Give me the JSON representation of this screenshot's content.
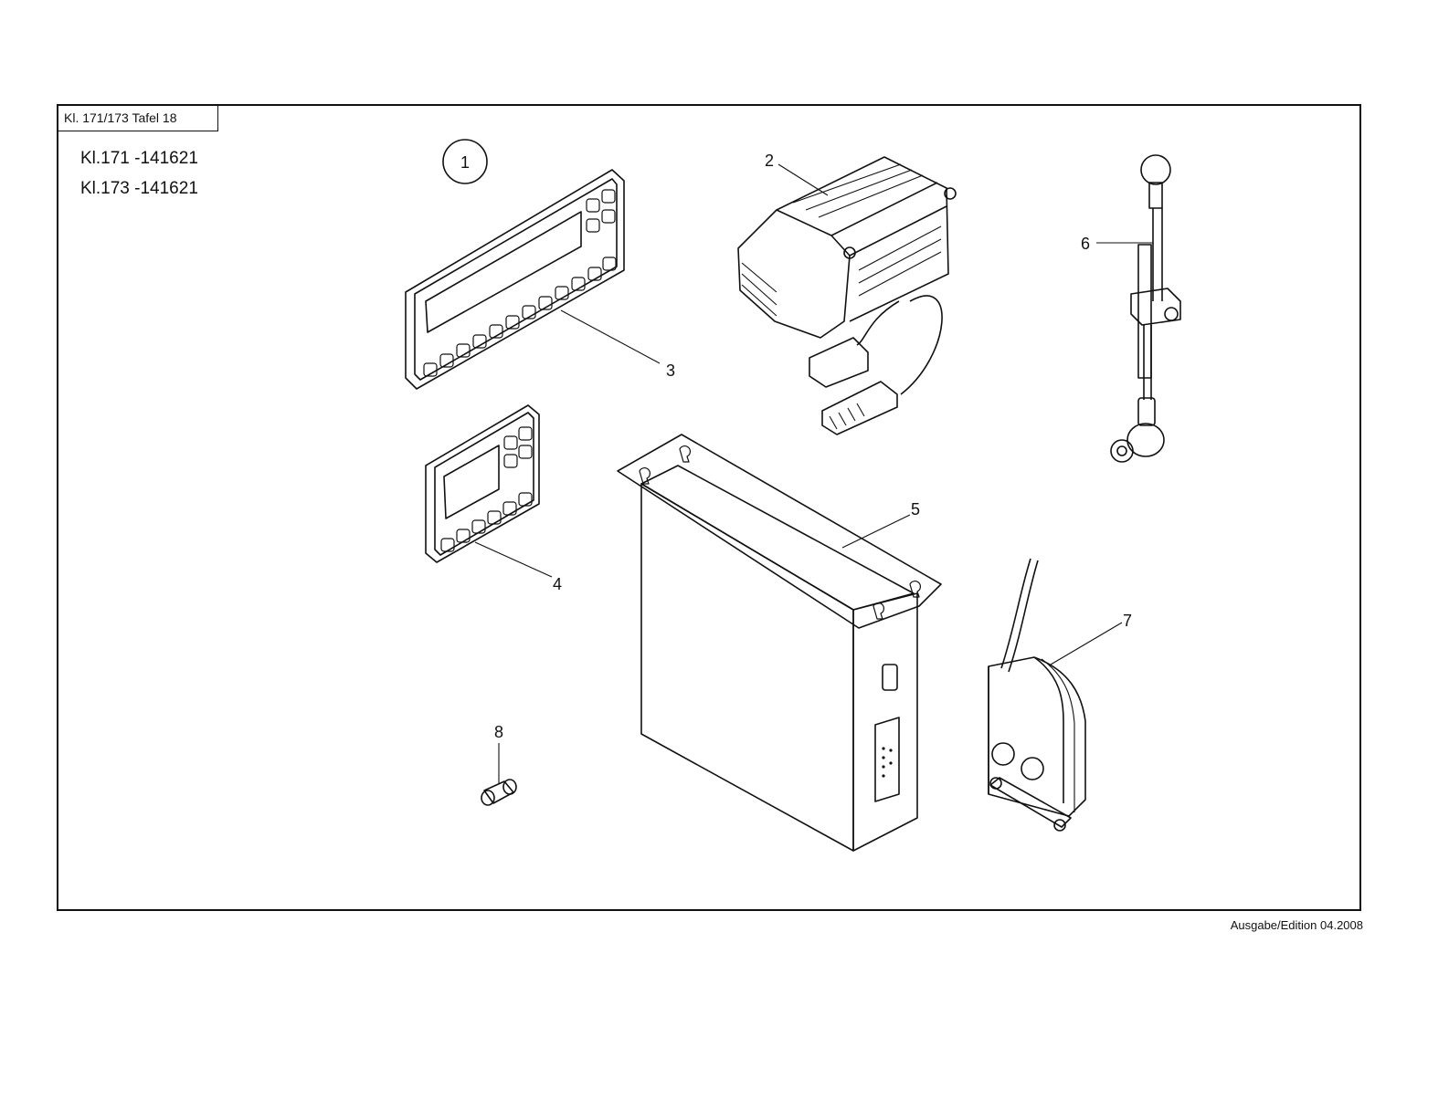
{
  "header": {
    "tab_label": "Kl. 171/173 Tafel  18",
    "models": [
      "Kl.171 -141621",
      "Kl.173 -141621"
    ]
  },
  "group_number": "1",
  "callouts": [
    "2",
    "3",
    "4",
    "5",
    "6",
    "7",
    "8"
  ],
  "footer": {
    "edition": "Ausgabe/Edition 04.2008"
  }
}
